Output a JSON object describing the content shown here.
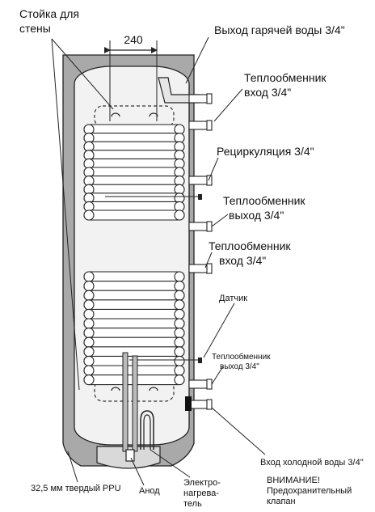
{
  "dimension": {
    "value": "240"
  },
  "labels": {
    "wall_mount_line1": "Стойка для",
    "wall_mount_line2": "стены",
    "hot_water_outlet": "Выход гарячей воды 3/4\"",
    "hx_inlet_top_line1": "Теплообменник",
    "hx_inlet_top_line2": "вход  3/4\"",
    "recirculation": "Рециркуляция 3/4\"",
    "hx_outlet_top_line1": "Теплообменник",
    "hx_outlet_top_line2": "выход 3/4\"",
    "hx_inlet_bottom_line1": "Теплообменник",
    "hx_inlet_bottom_line2": "вход 3/4\"",
    "sensor": "Датчик",
    "hx_outlet_bottom_line1": "Теплообменник",
    "hx_outlet_bottom_line2": "выход 3/4\"",
    "cold_water_inlet": "Вход холодной воды 3/4\"",
    "insulation": "32,5 мм твердый PPU",
    "anode": "Анод",
    "heater_line1": "Электро-",
    "heater_line2": "нагрева-",
    "heater_line3": "тель",
    "warning_line1": "ВНИМАНИЕ!",
    "warning_line2": "Предохранительный",
    "warning_line3": "клапан"
  },
  "colors": {
    "insulation": "#a9a9a9",
    "tank_inner": "#f2f2f2",
    "outline": "#222222",
    "coil": "#ffffff"
  }
}
